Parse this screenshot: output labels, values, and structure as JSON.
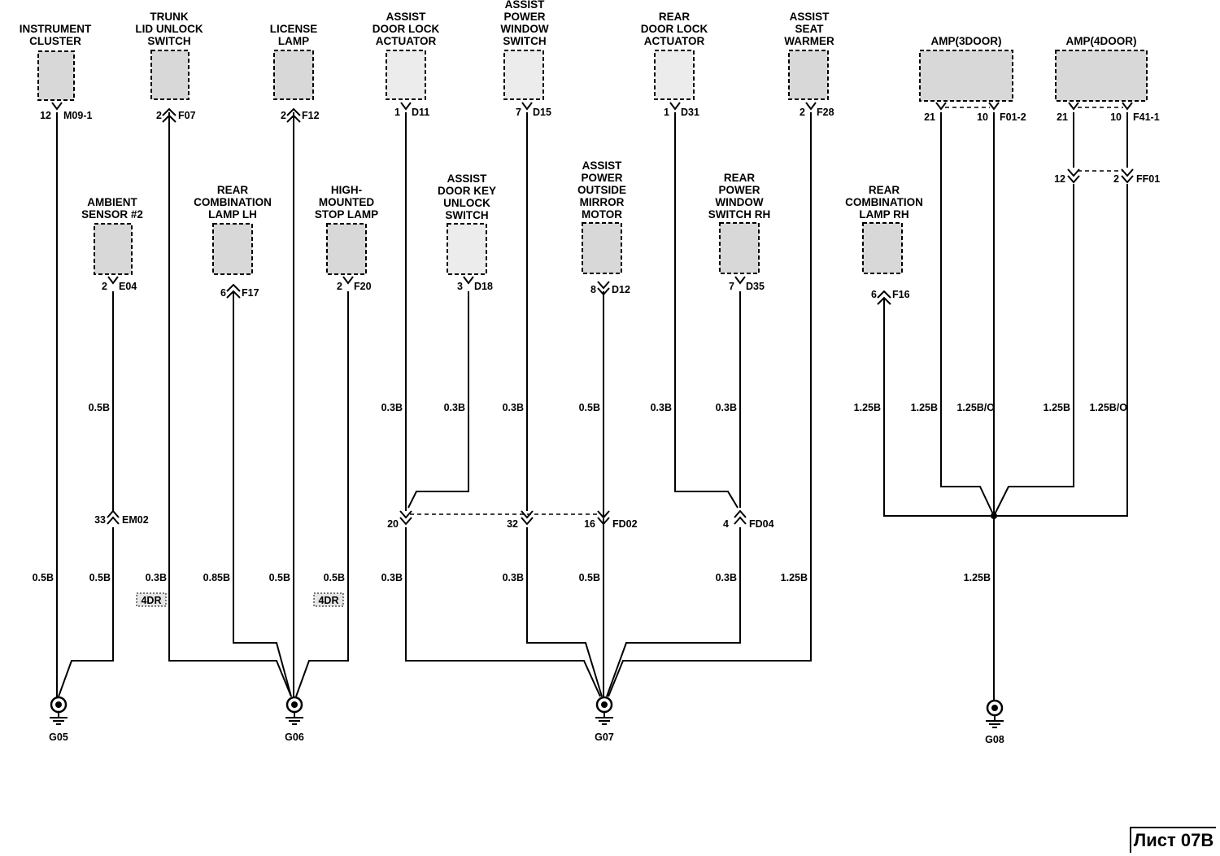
{
  "components": [
    {
      "id": "instrument-cluster",
      "lines": [
        "INSTRUMENT",
        "CLUSTER"
      ],
      "pin": "12",
      "conn": "M09-1",
      "wire": "0.5B"
    },
    {
      "id": "trunk-lid-unlock-switch",
      "lines": [
        "TRUNK",
        "LID UNLOCK",
        "SWITCH"
      ],
      "pin": "2",
      "conn": "F07",
      "wire": "0.3B"
    },
    {
      "id": "license-lamp",
      "lines": [
        "LICENSE",
        "LAMP"
      ],
      "pin": "2",
      "conn": "F12",
      "wire": "0.5B"
    },
    {
      "id": "assist-door-lock-actuator",
      "lines": [
        "ASSIST",
        "DOOR LOCK",
        "ACTUATOR"
      ],
      "pin": "1",
      "conn": "D11",
      "wire": "0.3B"
    },
    {
      "id": "assist-power-window-switch",
      "lines": [
        "ASSIST",
        "POWER",
        "WINDOW",
        "SWITCH"
      ],
      "pin": "7",
      "conn": "D15",
      "wire": "0.3B"
    },
    {
      "id": "rear-door-lock-actuator",
      "lines": [
        "REAR",
        "DOOR LOCK",
        "ACTUATOR"
      ],
      "pin": "1",
      "conn": "D31",
      "wire": "0.3B"
    },
    {
      "id": "assist-seat-warmer",
      "lines": [
        "ASSIST",
        "SEAT",
        "WARMER"
      ],
      "pin": "2",
      "conn": "F28",
      "wire": "1.25B"
    },
    {
      "id": "amp-3door",
      "lines": [
        "AMP(3DOOR)"
      ],
      "pins": [
        "21",
        "10"
      ],
      "conn": "F01-2",
      "wires": [
        "1.25B",
        "1.25B/O"
      ]
    },
    {
      "id": "amp-4door",
      "lines": [
        "AMP(4DOOR)"
      ],
      "pins": [
        "21",
        "10"
      ],
      "conn": "F41-1",
      "wires": [
        "1.25B",
        "1.25B/O"
      ]
    },
    {
      "id": "ambient-sensor-2",
      "lines": [
        "AMBIENT",
        "SENSOR #2"
      ],
      "pin": "2",
      "conn": "E04",
      "wire": "0.5B"
    },
    {
      "id": "rear-combination-lamp-lh",
      "lines": [
        "REAR",
        "COMBINATION",
        "LAMP LH"
      ],
      "pin": "6",
      "conn": "F17",
      "wire": "0.85B"
    },
    {
      "id": "high-mounted-stop-lamp",
      "lines": [
        "HIGH-",
        "MOUNTED",
        "STOP LAMP"
      ],
      "pin": "2",
      "conn": "F20",
      "wire": "0.5B"
    },
    {
      "id": "assist-door-key-unlock-switch",
      "lines": [
        "ASSIST",
        "DOOR KEY",
        "UNLOCK",
        "SWITCH"
      ],
      "pin": "3",
      "conn": "D18",
      "wire": "0.3B"
    },
    {
      "id": "assist-power-outside-mirror-motor",
      "lines": [
        "ASSIST",
        "POWER",
        "OUTSIDE",
        "MIRROR",
        "MOTOR"
      ],
      "pin": "8",
      "conn": "D12",
      "wire": "0.5B"
    },
    {
      "id": "rear-power-window-switch-rh",
      "lines": [
        "REAR",
        "POWER",
        "WINDOW",
        "SWITCH RH"
      ],
      "pin": "7",
      "conn": "D35",
      "wire": "0.3B"
    },
    {
      "id": "rear-combination-lamp-rh",
      "lines": [
        "REAR",
        "COMBINATION",
        "LAMP RH"
      ],
      "pin": "6",
      "conn": "F16",
      "wire": "1.25B"
    }
  ],
  "inline_connectors": [
    {
      "id": "em02",
      "pin": "33",
      "conn": "EM02"
    },
    {
      "id": "ff01-a",
      "pin": "12",
      "conn": ""
    },
    {
      "id": "ff01-b",
      "pin": "2",
      "conn": "FF01"
    },
    {
      "id": "fd02-a",
      "pin": "20",
      "conn": ""
    },
    {
      "id": "fd02-b",
      "pin": "32",
      "conn": ""
    },
    {
      "id": "fd02-c",
      "pin": "16",
      "conn": "FD02"
    },
    {
      "id": "fd04",
      "pin": "4",
      "conn": "FD04"
    }
  ],
  "lower_wires": [
    {
      "id": "g05-a",
      "text": "0.5B"
    },
    {
      "id": "g05-b",
      "text": "0.5B"
    },
    {
      "id": "g06-a",
      "text": "0.3B"
    },
    {
      "id": "g06-b",
      "text": "0.85B"
    },
    {
      "id": "g06-c",
      "text": "0.5B"
    },
    {
      "id": "g06-d",
      "text": "0.5B"
    },
    {
      "id": "g07-a",
      "text": "0.3B"
    },
    {
      "id": "g07-b",
      "text": "0.3B"
    },
    {
      "id": "g07-c",
      "text": "0.5B"
    },
    {
      "id": "g07-d",
      "text": "0.3B"
    },
    {
      "id": "g07-e",
      "text": "1.25B"
    },
    {
      "id": "g08-a",
      "text": "1.25B"
    }
  ],
  "option_tags": [
    "4DR",
    "4DR"
  ],
  "grounds": [
    "G05",
    "G06",
    "G07",
    "G08"
  ],
  "sheet_label": "Лист 07B"
}
